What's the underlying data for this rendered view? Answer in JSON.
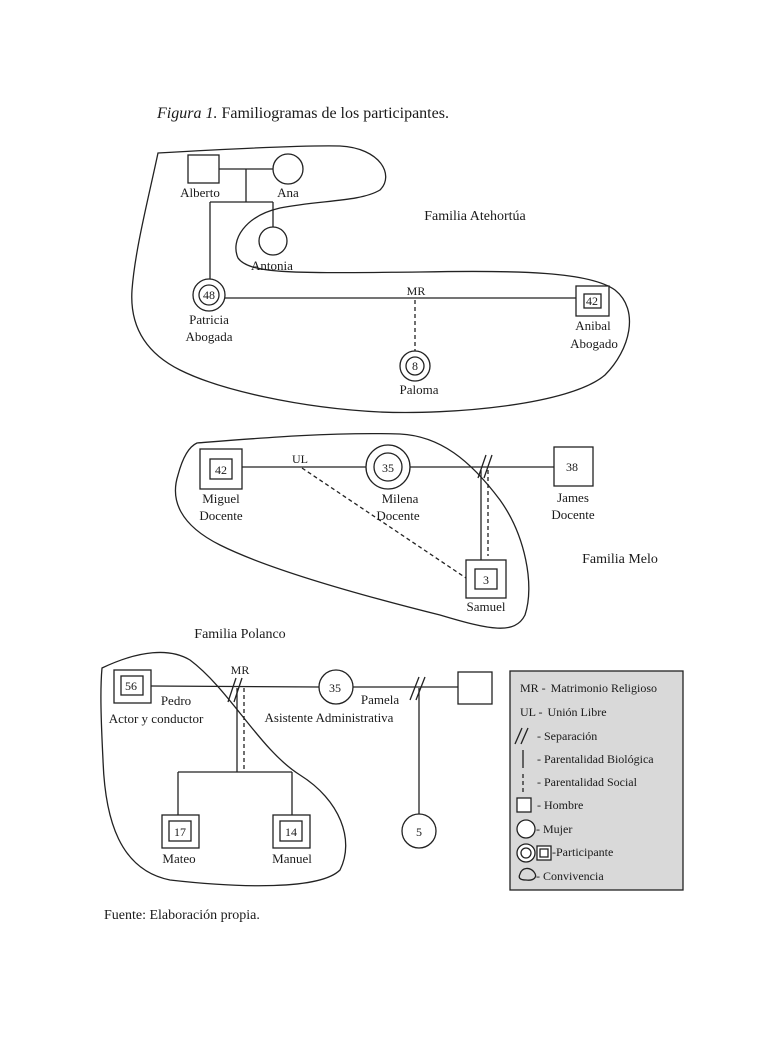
{
  "caption": {
    "figure_label": "Figura 1.",
    "title": "Familiogramas  de los participantes."
  },
  "source": "Fuente:  Elaboración  propia.",
  "families": {
    "atehortua": {
      "label": "Familia  Atehortúa",
      "union": "MR",
      "members": {
        "alberto": {
          "name": "Alberto"
        },
        "ana": {
          "name": "Ana"
        },
        "antonia": {
          "name": "Antonia"
        },
        "patricia": {
          "name": "Patricia",
          "occupation": "Abogada",
          "age": "48"
        },
        "anibal": {
          "name": "Anibal",
          "occupation": "Abogado",
          "age": "42"
        },
        "paloma": {
          "name": "Paloma",
          "age": "8"
        }
      }
    },
    "melo": {
      "label": "Familia  Melo",
      "union": "UL",
      "members": {
        "miguel": {
          "name": "Miguel",
          "occupation": "Docente",
          "age": "42"
        },
        "milena": {
          "name": "Milena",
          "occupation": "Docente",
          "age": "35"
        },
        "james": {
          "name": "James",
          "occupation": "Docente",
          "age": "38"
        },
        "samuel": {
          "name": "Samuel",
          "age": "3"
        }
      }
    },
    "polanco": {
      "label": "Familia  Polanco",
      "union": "MR",
      "members": {
        "pedro": {
          "name": "Pedro",
          "occupation": "Actor y conductor",
          "age": "56"
        },
        "pamela": {
          "name": "Pamela",
          "occupation": "Asistente Administrativa",
          "age": "35"
        },
        "mateo": {
          "name": "Mateo",
          "age": "17"
        },
        "manuel": {
          "name": "Manuel",
          "age": "14"
        },
        "daughter": {
          "age": "5"
        }
      }
    }
  },
  "legend": {
    "background": "#d9d9d9",
    "items": [
      {
        "symbol": "MR -",
        "label": "Matrimonio Religioso"
      },
      {
        "symbol": "UL -",
        "label": "Unión Libre"
      },
      {
        "symbol": "separation-icon",
        "label": "-   Separación"
      },
      {
        "symbol": "biological-line-icon",
        "label": "-   Parentalidad Biológica"
      },
      {
        "symbol": "social-line-icon",
        "label": "-   Parentalidad Social"
      },
      {
        "symbol": "male-square-icon",
        "label": "-   Hombre"
      },
      {
        "symbol": "female-circle-icon",
        "label": "-  Mujer"
      },
      {
        "symbol": "participant-icon",
        "label": "-Participante"
      },
      {
        "symbol": "cohabitation-icon",
        "label": "-  Convivencia"
      }
    ]
  }
}
